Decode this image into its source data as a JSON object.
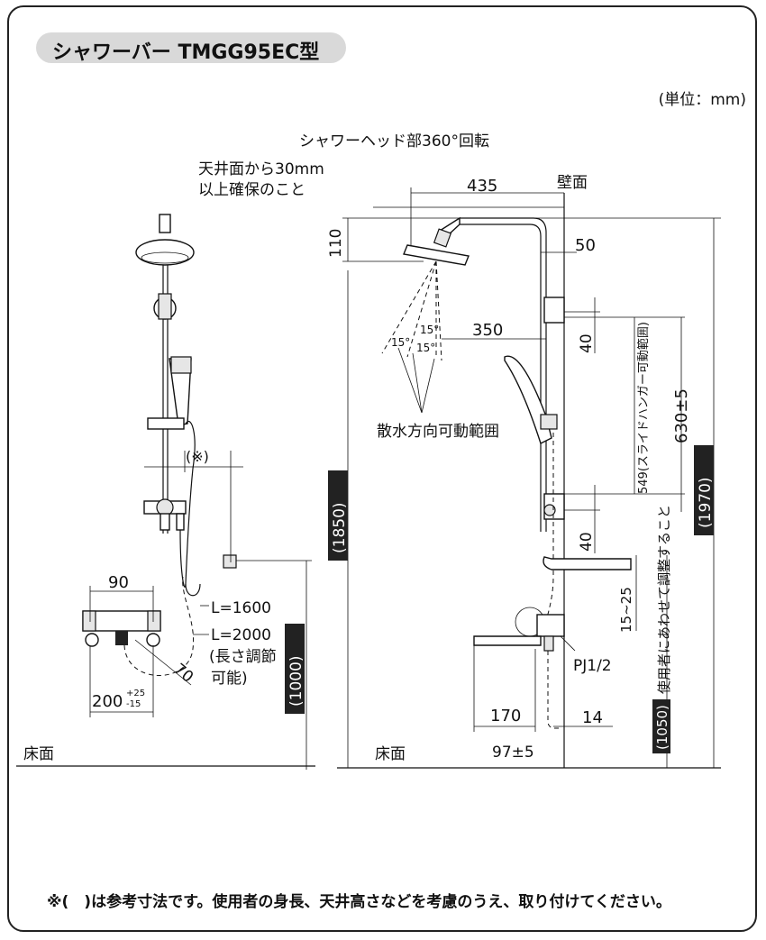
{
  "title": "シャワーバー TMGG95EC型",
  "units": "(単位：mm)",
  "footnote": "※(　)は参考寸法です。使用者の身長、天井高さなどを考慮のうえ、取り付けてください。",
  "labels": {
    "head_rotation": "シャワーヘッド部360°回転",
    "ceiling_note_1": "天井面から30mm",
    "ceiling_note_2": "以上確保のこと",
    "wall": "壁面",
    "floor_left": "床面",
    "floor_right": "床面",
    "spray_range": "散水方向可動範囲",
    "slide_hanger": "549(スライドハンガー可動範囲)",
    "adjust_note": "使用者にあわせて調整すること",
    "ref_mark": "(※)",
    "hose_1600": "L=1600",
    "hose_2000": "L=2000",
    "length_adj_1": "(長さ調節",
    "length_adj_2": "可能)",
    "pj": "PJ1/2"
  },
  "dimensions": {
    "d435": "435",
    "d110": "110",
    "d50": "50",
    "d350": "350",
    "d40a": "40",
    "d40b": "40",
    "d630": "630±5",
    "d1850": "(1850)",
    "d1970": "(1970)",
    "d1050": "(1050)",
    "d1000": "(1000)",
    "d90": "90",
    "d70": "70",
    "d200": "200",
    "d200_tol_up": "+25",
    "d200_tol_dn": "-15",
    "d15_25": "15~25",
    "d170": "170",
    "d14": "14",
    "d97": "97±5",
    "angle_a": "15°",
    "angle_b": "15°",
    "angle_c": "15°"
  }
}
